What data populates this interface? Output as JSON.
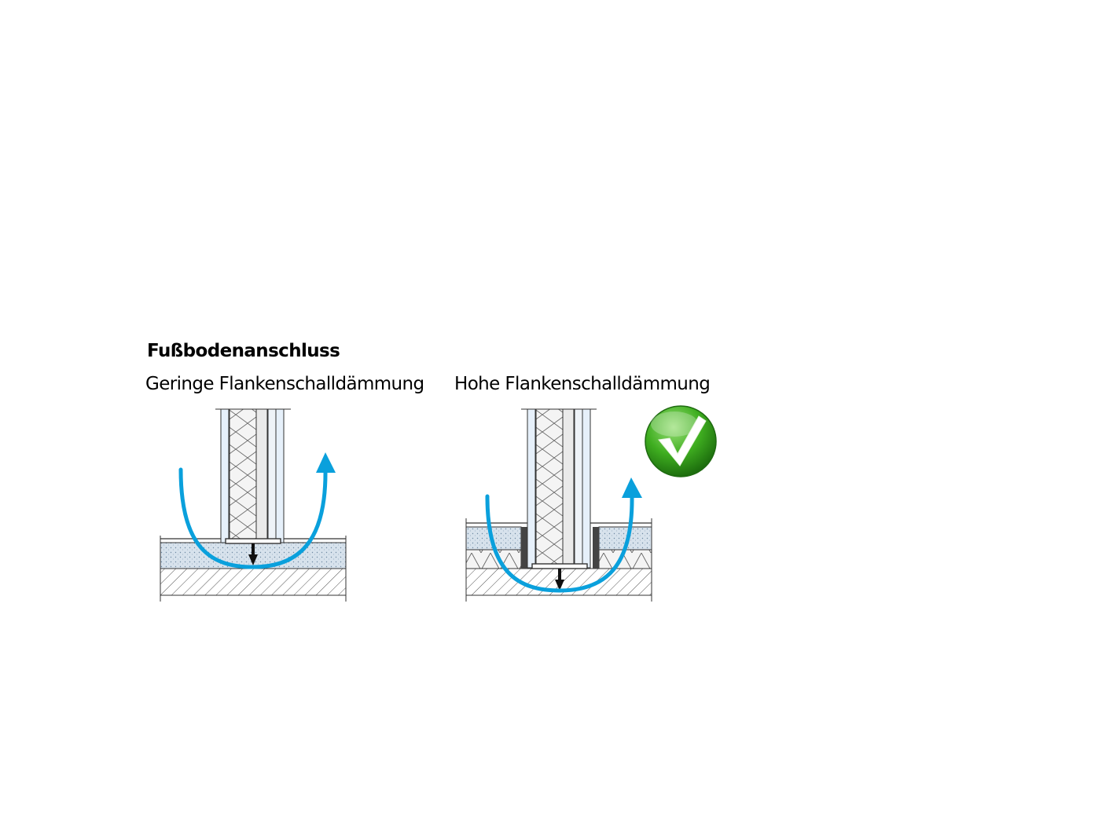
{
  "title": "Fußbodenanschluss",
  "panels": [
    {
      "caption": "Geringe Flankenschalldämmung"
    },
    {
      "caption": "Hohe Flankenschalldämmung"
    }
  ],
  "icons": {
    "arrow": "flanking-sound-arrow-icon",
    "check": "green-checkmark-icon"
  },
  "colors": {
    "arrow": "#0aa0dc",
    "check": "#2e9a1a",
    "screed": "#cfdbe6",
    "line": "#333333"
  }
}
